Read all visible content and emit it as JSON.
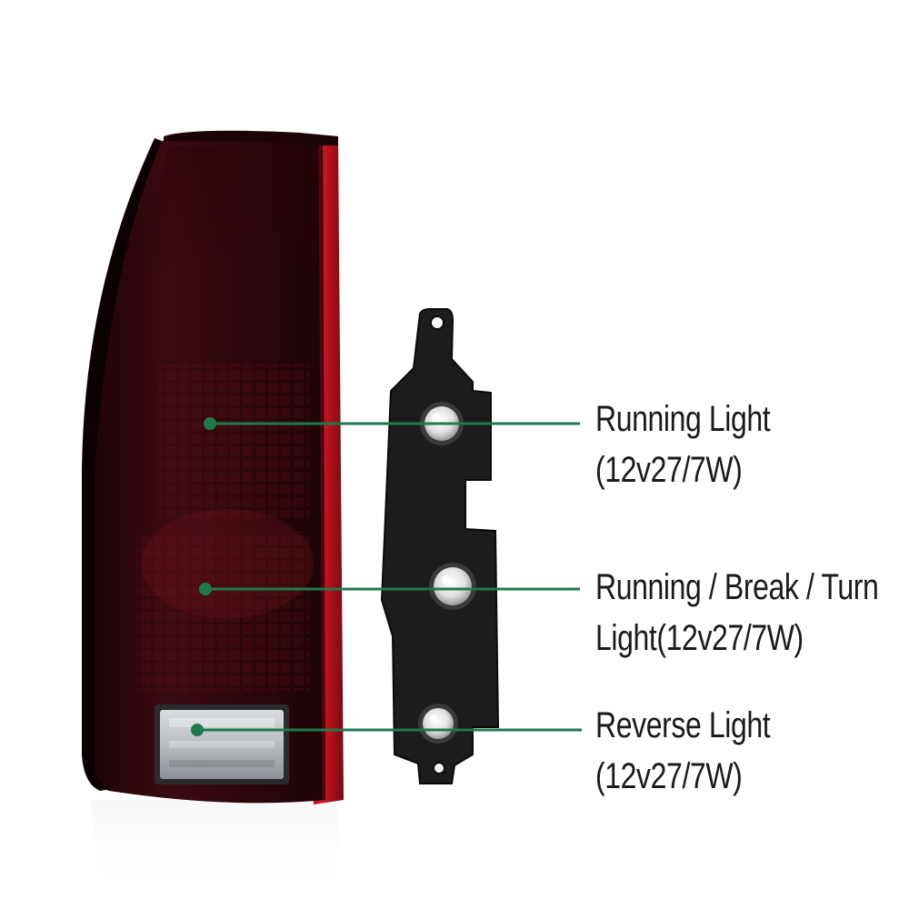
{
  "colors": {
    "pointer_green": "#1e7a4c",
    "lens_dark_red": "#3a0a10",
    "lens_red": "#c0141c",
    "housing_black": "#1b1b1d"
  },
  "callouts": [
    {
      "id": "running",
      "line1": "Running Light",
      "line2": "(12v27/7W)"
    },
    {
      "id": "break-turn",
      "line1": "Running / Break / Turn",
      "line2": "Light(12v27/7W)"
    },
    {
      "id": "reverse",
      "line1": "Reverse Light",
      "line2": "(12v27/7W)"
    }
  ]
}
